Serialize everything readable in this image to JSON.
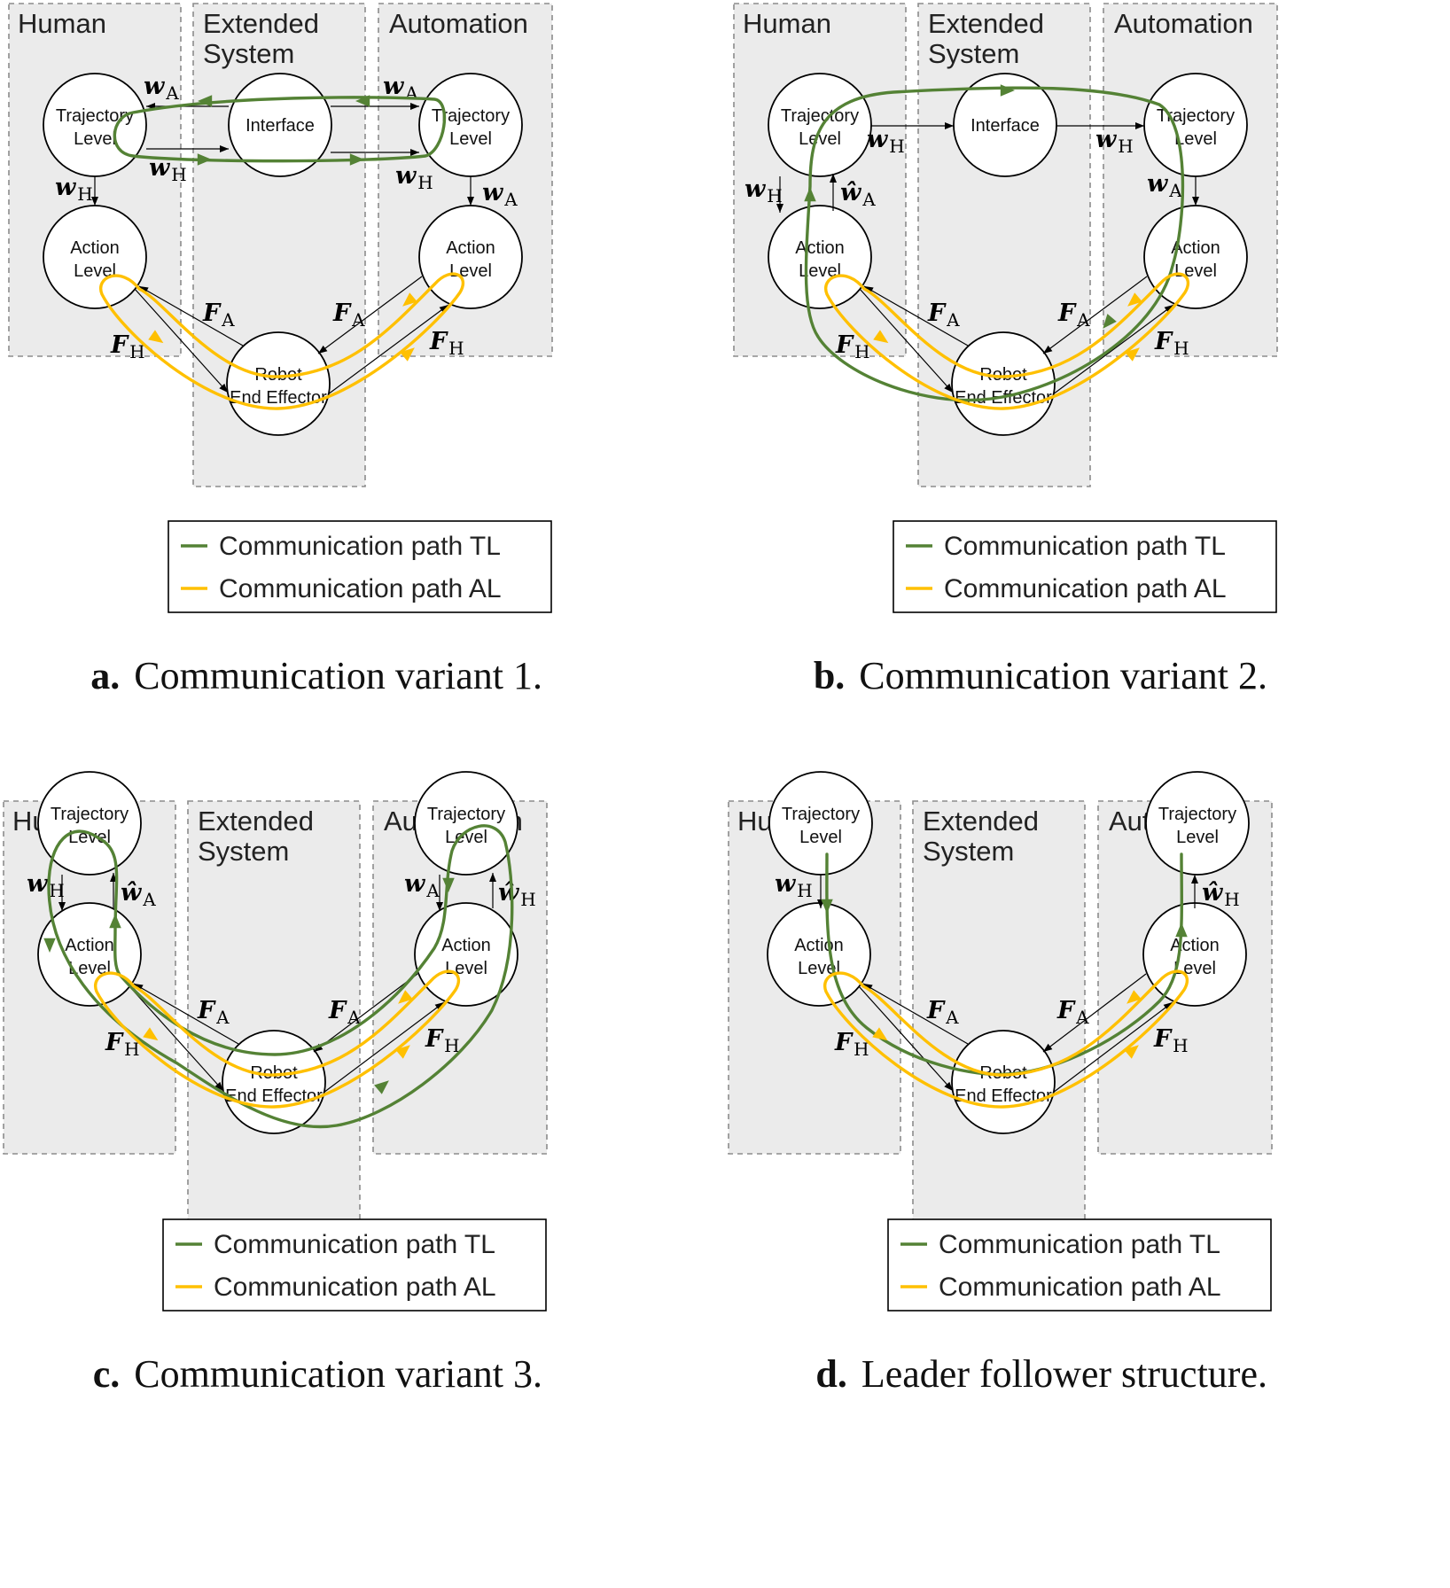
{
  "columns": {
    "human": "Human",
    "extended_line1": "Extended",
    "extended_line2": "System",
    "automation": "Automation"
  },
  "nodes": {
    "trajectory_line1": "Trajectory",
    "trajectory_line2": "Level",
    "action_line1": "Action",
    "action_line2": "Level",
    "interface": "Interface",
    "robot_line1": "Robot",
    "robot_line2": "End Effector"
  },
  "symbols": {
    "w": "w",
    "w_hat": "ŵ",
    "F": "F",
    "sub_H": "H",
    "sub_A": "A"
  },
  "legend": {
    "tl_label": "Communication path TL",
    "al_label": "Communication path AL",
    "tl_color": "#548235",
    "al_color": "#ffc000"
  },
  "panels": {
    "a": {
      "letter": "a.",
      "caption": "Communication variant 1."
    },
    "b": {
      "letter": "b.",
      "caption": "Communication variant 2."
    },
    "c": {
      "letter": "c.",
      "caption": "Communication variant 3."
    },
    "d": {
      "letter": "d.",
      "caption": "Leader follower structure."
    }
  }
}
